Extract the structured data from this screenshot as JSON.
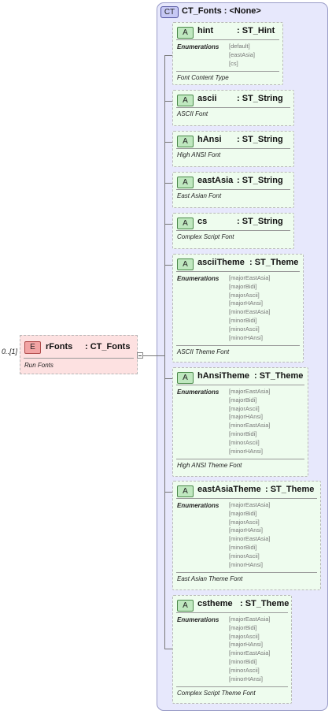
{
  "complex_type": {
    "badge": "CT",
    "title": "CT_Fonts : <None>"
  },
  "element": {
    "badge": "E",
    "name": "rFonts",
    "type": ": CT_Fonts",
    "description": "Run Fonts",
    "multiplicity": "0..[1]"
  },
  "attributes": [
    {
      "badge": "A",
      "name": "hint",
      "type": ": ST_Hint",
      "enum_label": "Enumerations",
      "enumerations": [
        "[default]",
        "[eastAsia]",
        "[cs]"
      ],
      "description": "Font Content Type"
    },
    {
      "badge": "A",
      "name": "ascii",
      "type": ": ST_String",
      "enum_label": "",
      "enumerations": [],
      "description": "ASCII Font"
    },
    {
      "badge": "A",
      "name": "hAnsi",
      "type": ": ST_String",
      "enum_label": "",
      "enumerations": [],
      "description": "High ANSI Font"
    },
    {
      "badge": "A",
      "name": "eastAsia",
      "type": ": ST_String",
      "enum_label": "",
      "enumerations": [],
      "description": "East Asian Font"
    },
    {
      "badge": "A",
      "name": "cs",
      "type": ": ST_String",
      "enum_label": "",
      "enumerations": [],
      "description": "Complex Script Font"
    },
    {
      "badge": "A",
      "name": "asciiTheme",
      "type": ": ST_Theme",
      "enum_label": "Enumerations",
      "enumerations": [
        "[majorEastAsia]",
        "[majorBidi]",
        "[majorAscii]",
        "[majorHAnsi]",
        "[minorEastAsia]",
        "[minorBidi]",
        "[minorAscii]",
        "[minorHAnsi]"
      ],
      "description": "ASCII Theme Font"
    },
    {
      "badge": "A",
      "name": "hAnsiTheme",
      "type": ": ST_Theme",
      "enum_label": "Enumerations",
      "enumerations": [
        "[majorEastAsia]",
        "[majorBidi]",
        "[majorAscii]",
        "[majorHAnsi]",
        "[minorEastAsia]",
        "[minorBidi]",
        "[minorAscii]",
        "[minorHAnsi]"
      ],
      "description": "High ANSI Theme Font"
    },
    {
      "badge": "A",
      "name": "eastAsiaTheme",
      "type": ": ST_Theme",
      "enum_label": "Enumerations",
      "enumerations": [
        "[majorEastAsia]",
        "[majorBidi]",
        "[majorAscii]",
        "[majorHAnsi]",
        "[minorEastAsia]",
        "[minorBidi]",
        "[minorAscii]",
        "[minorHAnsi]"
      ],
      "description": "East Asian Theme Font"
    },
    {
      "badge": "A",
      "name": "cstheme",
      "type": ": ST_Theme",
      "enum_label": "Enumerations",
      "enumerations": [
        "[majorEastAsia]",
        "[majorBidi]",
        "[majorAscii]",
        "[majorHAnsi]",
        "[minorEastAsia]",
        "[minorBidi]",
        "[minorAscii]",
        "[minorHAnsi]"
      ],
      "description": "Complex Script Theme Font"
    }
  ]
}
